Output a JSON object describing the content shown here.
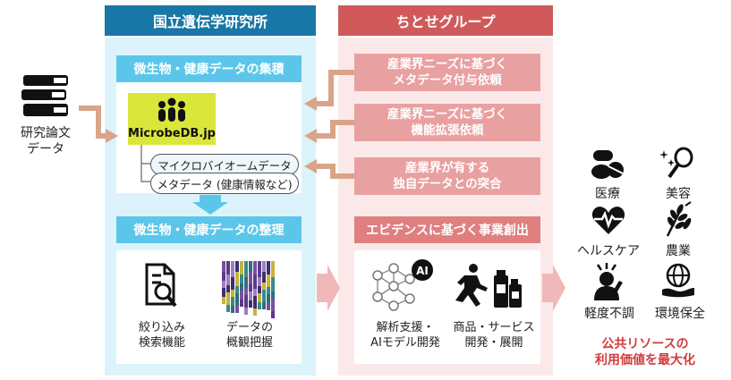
{
  "left_column": {
    "header": "国立遺伝学研究所",
    "section1_title": "微生物・健康データの集積",
    "logo_text": "MicrobeDB.jp",
    "db_items": [
      "マイクロバイオームデータ",
      "メタデータ (健康情報など)"
    ],
    "section2_title": "微生物・健康データの整理",
    "tools": [
      "絞り込み\n検索機能",
      "データの\n概観把握"
    ]
  },
  "right_column": {
    "header": "ちとせグループ",
    "requests": [
      "産業界ニーズに基づく\nメタデータ付与依頼",
      "産業界ニーズに基づく\n機能拡張依頼",
      "産業界が有する\n独自データとの突合"
    ],
    "section2_title": "エビデンスに基づく事業創出",
    "outputs": [
      "解析支援・\nAIモデル開発",
      "商品・サービス\n開発・展開"
    ],
    "ai_label": "AI"
  },
  "source": {
    "label": "研究論文\nデータ"
  },
  "fields": [
    "医療",
    "美容",
    "ヘルスケア",
    "農業",
    "軽度不調",
    "環境保全"
  ],
  "footer": "公共リソースの\n利用価値を最大化",
  "colors": {
    "blue_dark": "#1877a6",
    "blue_light": "#5bc6ea",
    "blue_bg": "#ddf3fb",
    "red_dark": "#d05a5a",
    "red_light": "#e9a0a0",
    "red_bg": "#fbe9e9",
    "logo_green": "#dbe63a",
    "arrow_tan": "#d9a48a",
    "accent_red": "#d23b3b"
  }
}
